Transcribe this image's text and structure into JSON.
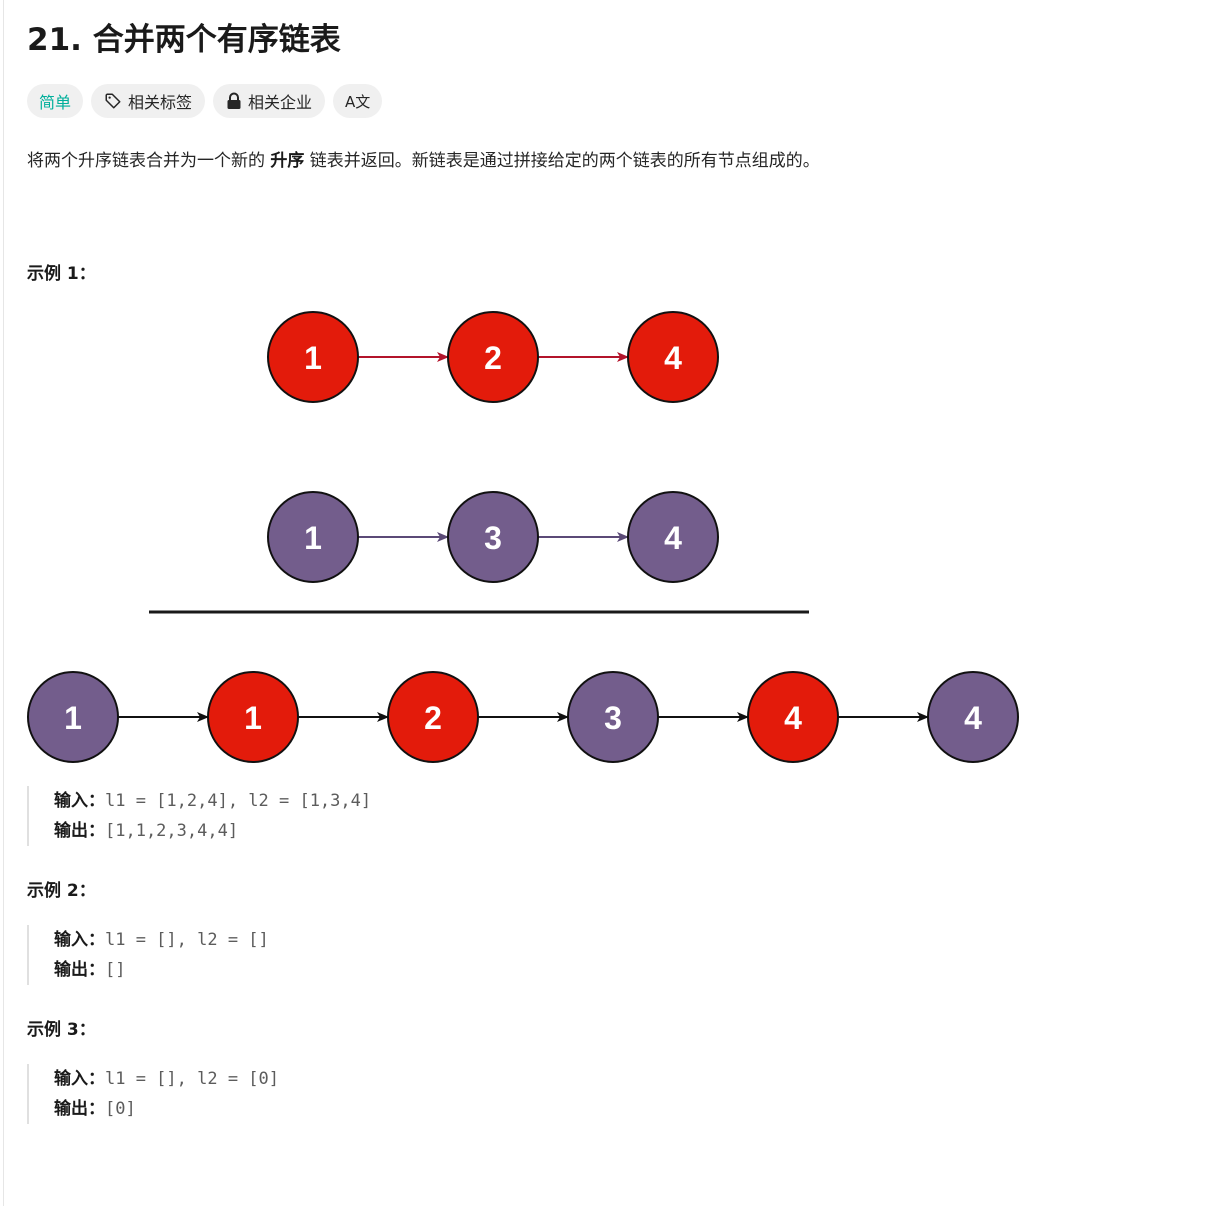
{
  "problem": {
    "title": "21. 合并两个有序链表"
  },
  "tags": {
    "difficulty": "简单",
    "related_tags": "相关标签",
    "related_companies": "相关企业",
    "language": "A文"
  },
  "icons": {
    "related_tags": "tag-icon",
    "related_companies": "lock-icon"
  },
  "description": {
    "before": "将两个升序链表合并为一个新的 ",
    "emphasis": "升序",
    "after": " 链表并返回。新链表是通过拼接给定的两个链表的所有节点组成的。"
  },
  "colors": {
    "red_node": "#e31b0b",
    "purple_node": "#735d8c",
    "red_arrow": "#b3142b",
    "purple_arrow": "#5b4a77",
    "accent_easy": "#00af9b"
  },
  "diagram": {
    "list1": [
      "1",
      "2",
      "4"
    ],
    "list2": [
      "1",
      "3",
      "4"
    ],
    "merged": [
      {
        "value": "1",
        "color": "purple"
      },
      {
        "value": "1",
        "color": "red"
      },
      {
        "value": "2",
        "color": "red"
      },
      {
        "value": "3",
        "color": "purple"
      },
      {
        "value": "4",
        "color": "red"
      },
      {
        "value": "4",
        "color": "purple"
      }
    ]
  },
  "examples": [
    {
      "title": "示例 1：",
      "input_label": "输入：",
      "input": "l1 = [1,2,4], l2 = [1,3,4]",
      "output_label": "输出：",
      "output": "[1,1,2,3,4,4]"
    },
    {
      "title": "示例 2：",
      "input_label": "输入：",
      "input": "l1 = [], l2 = []",
      "output_label": "输出：",
      "output": "[]"
    },
    {
      "title": "示例 3：",
      "input_label": "输入：",
      "input": "l1 = [], l2 = [0]",
      "output_label": "输出：",
      "output": "[0]"
    }
  ]
}
